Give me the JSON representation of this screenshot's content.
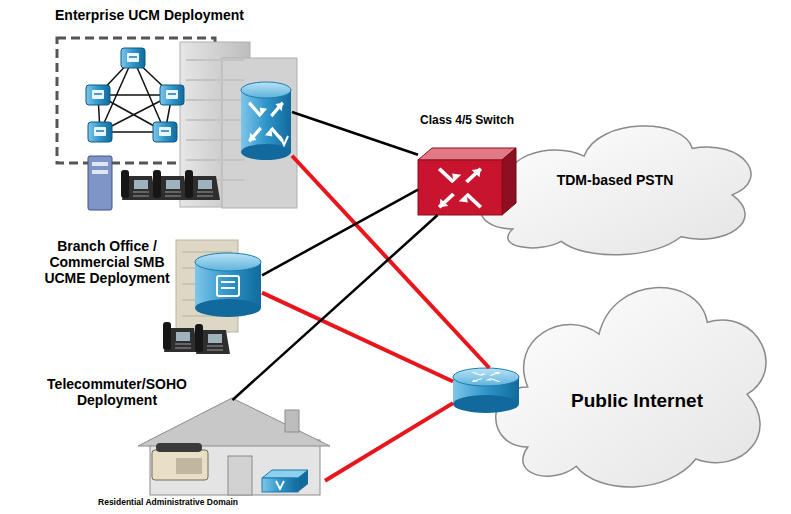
{
  "diagram": {
    "nodes": [
      {
        "text": [
          "Enterprise UCM Deployment"
        ]
      },
      {
        "text": [
          "Class 4/5 Switch"
        ]
      },
      {
        "text": [
          "TDM-based PSTN"
        ]
      },
      {
        "text": [
          "Branch Office / Commercial SMB UCME Deployment"
        ]
      },
      {
        "text": [
          "Telecommuter/SOHO Deployment",
          "Residential Administrative Domain"
        ]
      },
      {
        "text": [
          "Public Internet"
        ]
      }
    ],
    "edges": [
      {
        "from": 0,
        "to": 1,
        "arrow": "none"
      },
      {
        "from": 0,
        "to": 5,
        "arrow": "none"
      },
      {
        "from": 3,
        "to": 1,
        "arrow": "none"
      },
      {
        "from": 3,
        "to": 5,
        "arrow": "none"
      },
      {
        "from": 4,
        "to": 1,
        "arrow": "none"
      },
      {
        "from": 4,
        "to": 5,
        "arrow": "none"
      }
    ]
  }
}
